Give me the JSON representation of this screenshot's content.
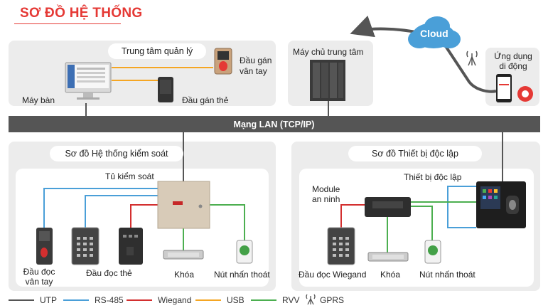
{
  "title": "SƠ ĐỒ HỆ THỐNG",
  "network": {
    "lan_label": "Mạng LAN (TCP/IP)",
    "cloud_label": "Cloud"
  },
  "management": {
    "tag": "Trung tâm quản lý",
    "desktop": "Máy bàn",
    "fingerprint_enroller": [
      "Đầu gán",
      "vân tay"
    ],
    "card_enroller": "Đầu gán thẻ"
  },
  "server": {
    "label": "Máy chủ trung tâm"
  },
  "mobile": {
    "label": [
      "Ứng dụng",
      "di động"
    ]
  },
  "access_control": {
    "tag": "Sơ đồ Hệ thống kiểm soát",
    "controller": "Tủ kiểm soát",
    "fingerprint_reader": [
      "Đầu đọc",
      "vân tay"
    ],
    "card_reader": "Đầu đọc thẻ",
    "lock": "Khóa",
    "exit_button": "Nút nhấn thoát"
  },
  "standalone": {
    "tag": "Sơ đồ Thiết bị độc lập",
    "device": "Thiết bị độc lập",
    "security_module": [
      "Module",
      "an ninh"
    ],
    "wiegand_reader": "Đầu đọc Wiegand",
    "lock": "Khóa",
    "exit_button": "Nút nhấn thoát"
  },
  "legend": [
    {
      "label": "UTP",
      "color": "#555555"
    },
    {
      "label": "RS-485",
      "color": "#4a9fd8"
    },
    {
      "label": "Wiegand",
      "color": "#d32f2f"
    },
    {
      "label": "USB",
      "color": "#f5a623"
    },
    {
      "label": "RVV",
      "color": "#4caf50"
    },
    {
      "label": "GPRS",
      "icon": "antenna-icon"
    }
  ],
  "colors": {
    "title": "#e53935",
    "panel": "#ececec",
    "lan_bar": "#555555",
    "cloud": "#4a9fd8"
  }
}
